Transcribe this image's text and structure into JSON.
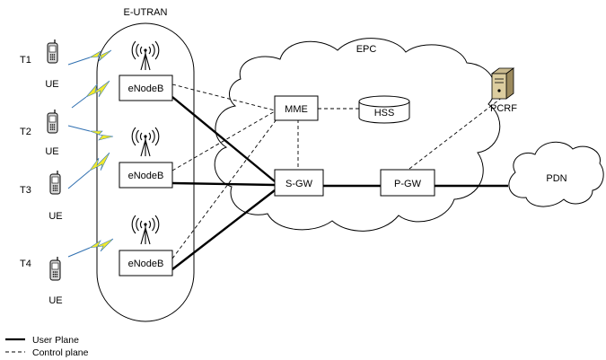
{
  "groups": {
    "eutran": "E-UTRAN",
    "epc": "EPC",
    "pdn": "PDN"
  },
  "nodes": {
    "enodeb_1": "eNodeB",
    "enodeb_2": "eNodeB",
    "enodeb_3": "eNodeB",
    "mme": "MME",
    "hss": "HSS",
    "sgw": "S-GW",
    "pgw": "P-GW",
    "pcrf": "PCRF"
  },
  "terminals": [
    {
      "id": "T1",
      "device": "UE"
    },
    {
      "id": "T2",
      "device": "UE"
    },
    {
      "id": "T3",
      "device": "UE"
    },
    {
      "id": "T4",
      "device": "UE"
    }
  ],
  "legend": {
    "user_plane": "User Plane",
    "control_plane": "Control plane"
  },
  "links": {
    "user_plane": [
      [
        "enodeb_1",
        "sgw"
      ],
      [
        "enodeb_2",
        "sgw"
      ],
      [
        "enodeb_3",
        "sgw"
      ],
      [
        "sgw",
        "pgw"
      ],
      [
        "pgw",
        "pdn"
      ]
    ],
    "control_plane": [
      [
        "enodeb_1",
        "mme"
      ],
      [
        "enodeb_2",
        "mme"
      ],
      [
        "enodeb_3",
        "mme"
      ],
      [
        "mme",
        "hss"
      ],
      [
        "mme",
        "sgw"
      ],
      [
        "pgw",
        "pcrf"
      ]
    ],
    "radio": [
      [
        "T1",
        "enodeb_1"
      ],
      [
        "T2",
        "enodeb_1"
      ],
      [
        "T2",
        "enodeb_2"
      ],
      [
        "T3",
        "enodeb_2"
      ],
      [
        "T4",
        "enodeb_3"
      ]
    ]
  }
}
